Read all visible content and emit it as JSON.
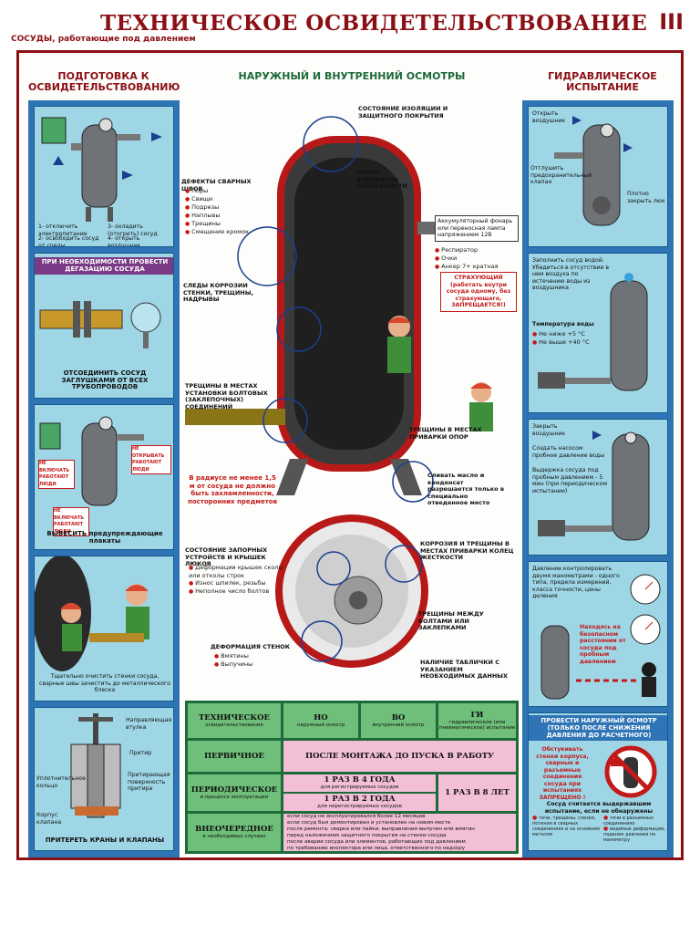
{
  "header": {
    "title": "ТЕХНИЧЕСКОЕ ОСВИДЕТЕЛЬСТВОВАНИЕ",
    "subtitle": "СОСУДЫ, работающие под давлением",
    "sheet_number": "III"
  },
  "sections": {
    "left": "ПОДГОТОВКА К ОСВИДЕТЕЛЬСТВОВАНИЮ",
    "center": "НАРУЖНЫЙ И ВНУТРЕННИЙ ОСМОТРЫ",
    "right": "ГИДРАВЛИЧЕСКОЕ ИСПЫТАНИЕ"
  },
  "left_panels": {
    "p1_steps": [
      "1- отключить электропитание",
      "2- освободить сосуд от среды",
      "3- охладить (отогреть) сосуд",
      "4- открыть воздушник"
    ],
    "p2_heading": "ПРИ НЕОБХОДИМОСТИ ПРОВЕСТИ ДЕГАЗАЦИЮ СОСУДА",
    "p2_caption": "ОТСОЕДИНИТЬ СОСУД ЗАГЛУШКАМИ ОТ ВСЕХ ТРУБОПРОВОДОВ",
    "p3_signs": [
      "НЕ ВКЛЮЧАТЬ РАБОТАЮТ ЛЮДИ",
      "НЕ ОТКРЫВАТЬ РАБОТАЮТ ЛЮДИ",
      "НЕ ВКЛЮЧАТЬ РАБОТАЮТ ЛЮДИ"
    ],
    "p3_caption": "ВЫВЕСИТЬ предупреждающие плакаты",
    "p4_caption": "Тщательно очистить стенки сосуда, сварные швы зачистить до металлического блеска",
    "p5_labels": [
      "Направляющая втулка",
      "Притир",
      "Притирающая поверхность притира",
      "Уплотнительное кольцо",
      "Корпус клапана"
    ],
    "p5_caption": "ПРИТЕРЕТЬ КРАНЫ И КЛАПАНЫ"
  },
  "center": {
    "insulation": "СОСТОЯНИЕ ИЗОЛЯЦИИ И ЗАЩИТНОГО ПОКРЫТИЯ",
    "wear": "ИЗНОС ЭЛЕМЕНТОВ ПОВЕРХНОСТИ",
    "weld_defects_title": "ДЕФЕКТЫ СВАРНЫХ ШВОВ",
    "weld_defects": [
      "Поры",
      "Свищи",
      "Подрезы",
      "Наплывы",
      "Трещины",
      "Смещение кромок"
    ],
    "lamp": "Аккумуляторный фонарь или переносная лампа напряжением 12В",
    "ppe": [
      "Респиратор",
      "Очки",
      "Анкер 7+ кратная"
    ],
    "corrosion": "СЛЕДЫ КОРРОЗИИ СТЕНКИ, ТРЕЩИНЫ, НАДРЫВЫ",
    "insurer": "СТРАХУЮЩИЙ (работать внутри сосуда одному, без страхующего, ЗАПРЕЩАЕТСЯ!)",
    "bolt_cracks": "ТРЕЩИНЫ В МЕСТАХ УСТАНОВКИ БОЛТОВЫХ (ЗАКЛЕПОЧНЫХ) СОЕДИНЕНИЙ",
    "support_cracks": "ТРЕЩИНЫ В МЕСТАХ ПРИВАРКИ ОПОР",
    "radius_note": "В радиусе не менее 1,5 м от сосуда не должно быть захламленности, посторонних предметов",
    "drain": "Сливать масло и конденсат разрешается только в специально отведенное место",
    "valves_title": "СОСТОЯНИЕ ЗАПОРНЫХ УСТРОЙСТВ И КРЫШЕК ЛЮКОВ",
    "valves": [
      "Деформации крышек сколы или отколы строк",
      "Износ шпилек, резьбы",
      "Неполное число болтов"
    ],
    "ring_cracks": "КОРРОЗИЯ И ТРЕЩИНЫ В МЕСТАХ ПРИВАРКИ КОЛЕЦ ЖЕСТКОСТИ",
    "bolt_gaps": "ТРЕЩИНЫ МЕЖДУ БОЛТАМИ ИЛИ ЗАКЛЕПКАМИ",
    "wall_deform_title": "ДЕФОРМАЦИЯ СТЕНОК",
    "wall_deform": [
      "Вмятины",
      "Выпучины"
    ],
    "plate": "НАЛИЧИЕ ТАБЛИЧКИ С УКАЗАНИЕМ НЕОБХОДИМЫХ ДАННЫХ"
  },
  "table": {
    "h1": "ТЕХНИЧЕСКОЕ",
    "h1s": "освидетельствование",
    "h2": "НО",
    "h2s": "наружный осмотр",
    "h3": "ВО",
    "h3s": "внутренний осмотр",
    "h4": "ГИ",
    "h4s": "гидравлическое (или пневматическое) испытание",
    "r1": "ПЕРВИЧНОЕ",
    "r1v": "ПОСЛЕ МОНТАЖА ДО ПУСКА В РАБОТУ",
    "r2": "ПЕРИОДИЧЕСКОЕ",
    "r2s": "в процессе эксплуатации",
    "r2a": "1 РАЗ В 4 ГОДА",
    "r2as": "для регистрируемых сосудов",
    "r2b": "1 РАЗ В 2 ГОДА",
    "r2bs": "для нерегистрируемых сосудов",
    "r2c": "1 РАЗ В 8 ЛЕТ",
    "r3": "ВНЕОЧЕРЕДНОЕ",
    "r3s": "в необходимых случаях",
    "r3notes": [
      "если сосуд не эксплуатировался более 12 месяцев",
      "если сосуд был демонтирован и установлен на новом месте",
      "после ремонта: сварки или пайки, выправления выпучин или вмятин",
      "перед наложением защитного покрытия на стенки сосуда",
      "после аварии сосуда или элементов, работающих под давлением",
      "по требованию инспектора или лица, ответственного по надзору"
    ]
  },
  "right_panels": {
    "p1": [
      "Открыть воздушник",
      "Отглушить предохранительный клапан",
      "Плотно закрыть люк"
    ],
    "p2": "Заполнить сосуд водой. Убедиться в отсутствии в нем воздуха по истечению воды из воздушника",
    "p2_temp_title": "Температура воды",
    "p2_temp": [
      "Не ниже +5 °С",
      "Не выше +40 °С"
    ],
    "p3": [
      "Закрыть воздушник",
      "Создать насосом пробное давление воды",
      "Выдержка сосуда под пробным давлением - 5 мин (при периодическом испытании)"
    ],
    "p4": "Давление контролировать двумя манометрами - одного типа, предела измерений, класса точности, цены деления",
    "p4b": "Находясь на безопасном расстоянии от сосуда под пробным давлением",
    "p5_title": "ПРОВЕСТИ НАРУЖНЫЙ ОСМОТР (ТОЛЬКО ПОСЛЕ СНИЖЕНИЯ ДАВЛЕНИЯ ДО РАСЧЕТНОГО)",
    "p5_warn": "Обстукивать стенки корпуса, сварные и разъемные соединения сосуда при испытаниях ЗАПРЕЩЕНО !",
    "p5_cond": "Сосуд считается выдержавшим испытание, если не обнаружены",
    "p5_list": [
      "течи, трещины, слезки, потения в сварных соединениях и на основном металле",
      "течи в разъемных соединениях",
      "видимые деформации, падение давления по манометру"
    ]
  }
}
